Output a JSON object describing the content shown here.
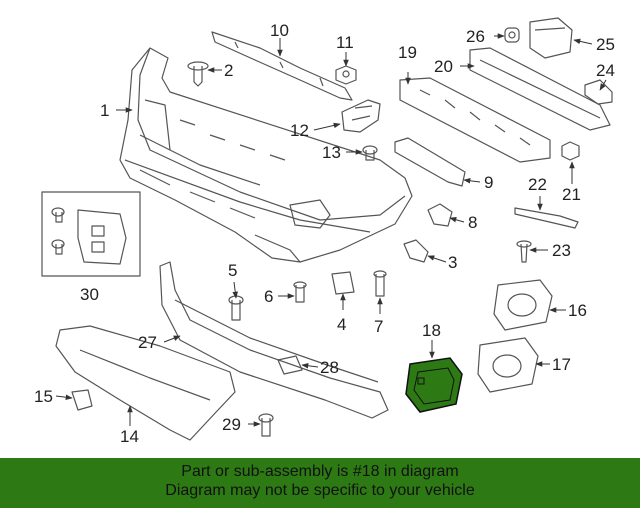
{
  "callouts": {
    "c1": "1",
    "c2": "2",
    "c3": "3",
    "c4": "4",
    "c5": "5",
    "c6": "6",
    "c7": "7",
    "c8": "8",
    "c9": "9",
    "c10": "10",
    "c11": "11",
    "c12": "12",
    "c13": "13",
    "c14": "14",
    "c15": "15",
    "c16": "16",
    "c17": "17",
    "c18": "18",
    "c19": "19",
    "c20": "20",
    "c21": "21",
    "c22": "22",
    "c23": "23",
    "c24": "24",
    "c25": "25",
    "c26": "26",
    "c27": "27",
    "c28": "28",
    "c29": "29",
    "c30": "30"
  },
  "highlight": {
    "part": "18",
    "color": "#2d7a14"
  },
  "banner": {
    "line1": "Part or sub-assembly is #18 in diagram",
    "line2": "Diagram may not be specific to your vehicle",
    "color": "#2d7a14"
  }
}
